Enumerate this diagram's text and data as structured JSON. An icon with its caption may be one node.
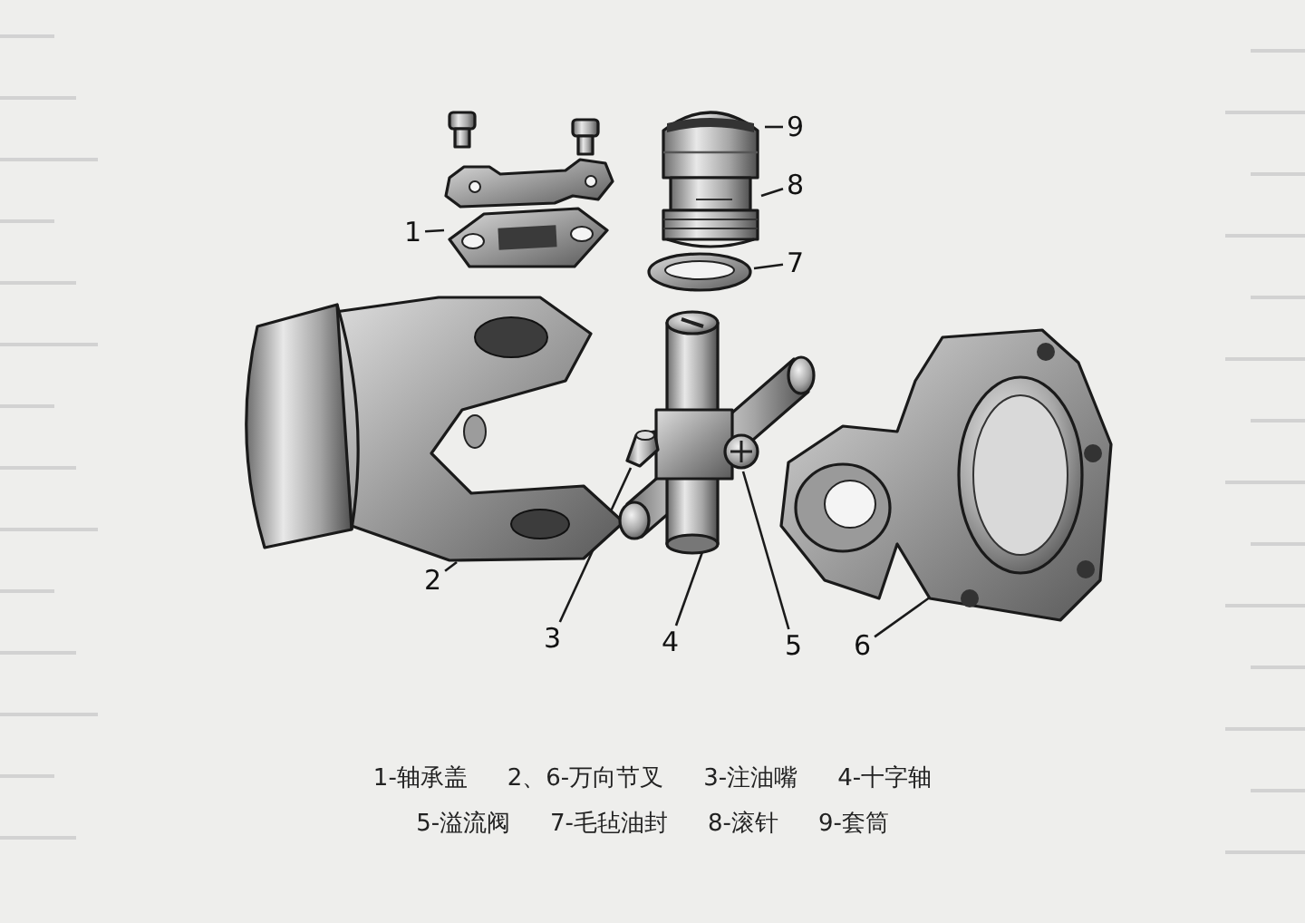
{
  "diagram": {
    "nodes": [
      {
        "text": [
          "9"
        ]
      },
      {
        "text": [
          "8"
        ]
      },
      {
        "text": [
          "1"
        ]
      },
      {
        "text": [
          "7"
        ]
      },
      {
        "text": [
          "2"
        ]
      },
      {
        "text": [
          "3"
        ]
      },
      {
        "text": [
          "4"
        ]
      },
      {
        "text": [
          "5"
        ]
      },
      {
        "text": [
          "6"
        ]
      },
      {
        "text": [],
        "shape": "picture"
      },
      {
        "text": [],
        "shape": "picture"
      },
      {
        "text": [],
        "shape": "picture"
      },
      {
        "text": [],
        "shape": "picture"
      },
      {
        "text": [],
        "shape": "picture"
      },
      {
        "text": [],
        "shape": "picture"
      },
      {
        "text": [],
        "shape": "picture",
        "in": 14
      },
      {
        "text": [],
        "shape": "picture",
        "in": 14
      },
      {
        "text": [],
        "shape": "picture"
      }
    ],
    "edges": [
      {
        "from": 0,
        "to": 9,
        "arrow": "none"
      },
      {
        "from": 1,
        "to": 10,
        "arrow": "none"
      },
      {
        "from": 2,
        "to": 11,
        "arrow": "none"
      },
      {
        "from": 3,
        "to": 12,
        "arrow": "none"
      },
      {
        "from": 4,
        "to": 13,
        "arrow": "none"
      },
      {
        "from": 5,
        "to": 15,
        "arrow": "none"
      },
      {
        "from": 6,
        "to": 14,
        "arrow": "none"
      },
      {
        "from": 7,
        "to": 16,
        "arrow": "none"
      },
      {
        "from": 8,
        "to": 17,
        "arrow": "none"
      }
    ],
    "labels": [
      "1-轴承盖",
      "2、6-万向节叉",
      "3-注油嘴",
      "4-十字轴",
      "5-溢流阀",
      "7-毛毡油封",
      "8-滚针",
      "9-套筒"
    ]
  }
}
